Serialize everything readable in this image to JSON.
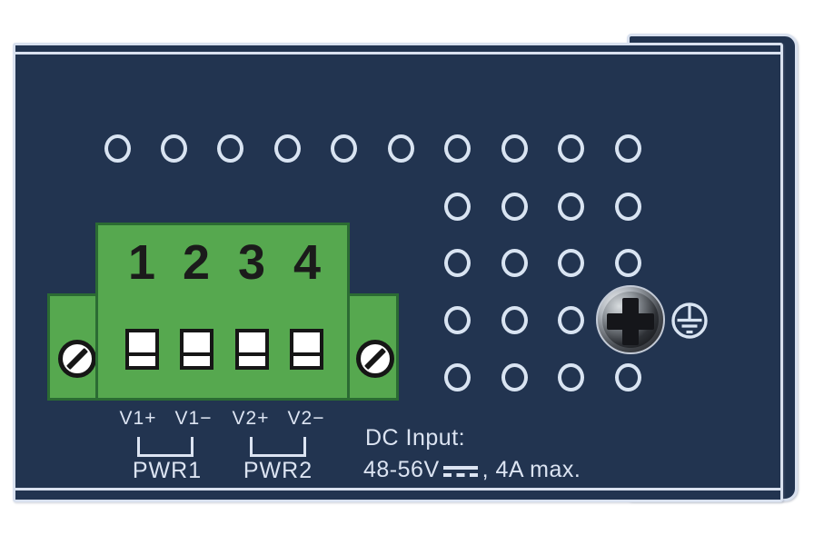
{
  "terminal_block": {
    "positions": [
      "1",
      "2",
      "3",
      "4"
    ],
    "pin_labels": [
      "V1+",
      "V1−",
      "V2+",
      "V2−"
    ],
    "power_groups": [
      "PWR1",
      "PWR2"
    ]
  },
  "dc_input": {
    "title": "DC Input:",
    "voltage_range": "48-56V",
    "current": ", 4A max."
  },
  "icons": {
    "vent_hole": "vent-hole",
    "flathead_screw": "flathead-screw-icon",
    "phillips_screw": "phillips-screw-icon",
    "protective_earth": "ground-earth-icon",
    "dc_symbol": "dc-symbol-icon"
  },
  "colors": {
    "panel_navy": "#223450",
    "outline_light": "#d9e1ef",
    "terminal_green": "#56a84f",
    "terminal_green_border": "#2b6b33",
    "label_text": "#dce4f2",
    "digit_text": "#1b1b1b"
  }
}
